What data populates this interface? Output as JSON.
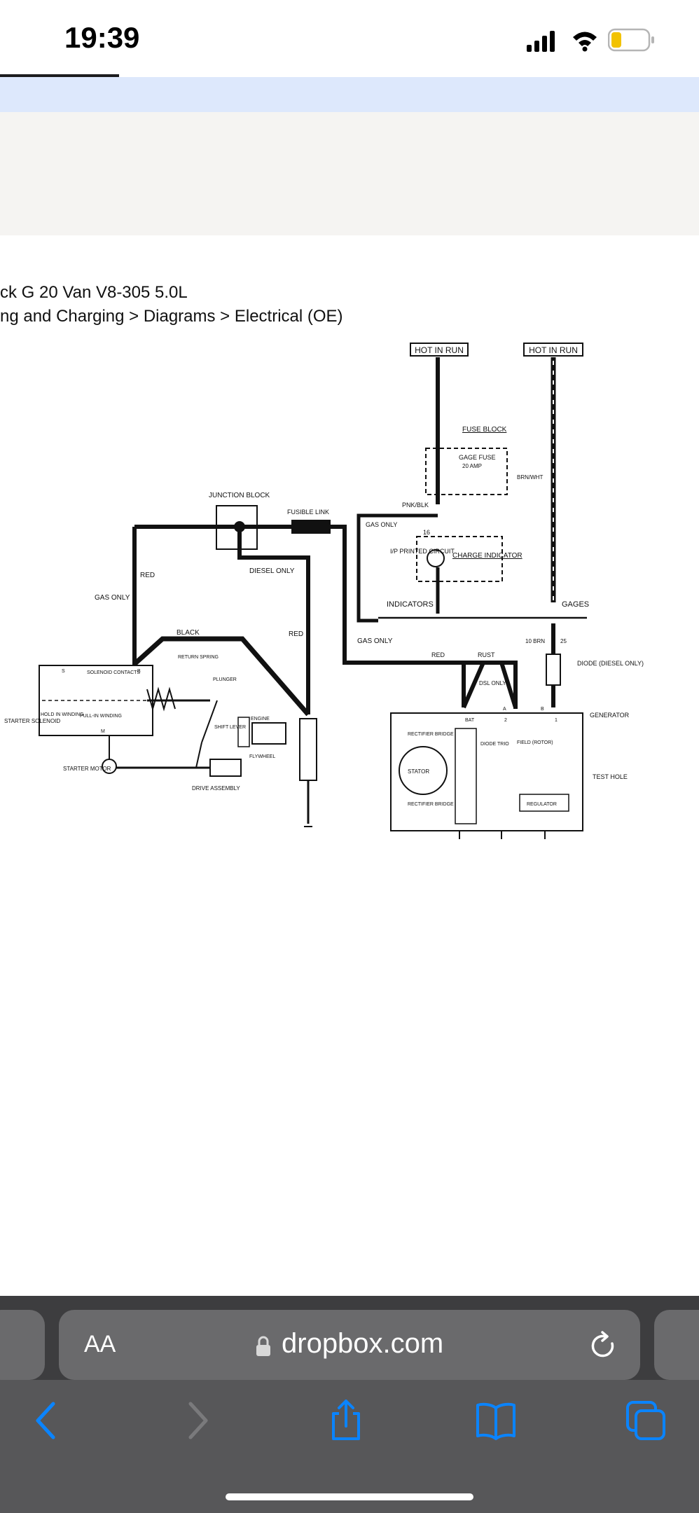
{
  "status_bar": {
    "time": "19:39",
    "signal_icon": "cellular-signal-icon",
    "wifi_icon": "wifi-icon",
    "battery_icon": "battery-low-icon",
    "battery_color": "#f2c200"
  },
  "page": {
    "breadcrumb_line1": "ck G 20 Van V8-305 5.0L",
    "breadcrumb_line2": "ng and Charging > Diagrams > Electrical (OE)"
  },
  "diagram": {
    "hot_in_run_1": "HOT IN RUN",
    "hot_in_run_2": "HOT IN RUN",
    "fuse_block": "FUSE BLOCK",
    "gage_fuse": "GAGE FUSE",
    "amp_20": "20 AMP",
    "brn_wht": "BRN/WHT",
    "pnk_blk": "PNK/BLK",
    "gas_only_1": "GAS ONLY",
    "wire_16": "16",
    "ip_printed_circuit": "I/P PRINTED CIRCUIT",
    "charge_indicator": "CHARGE INDICATOR",
    "indicators": "INDICATORS",
    "gages": "GAGES",
    "junction_block": "JUNCTION BLOCK",
    "fusible_link": "FUSIBLE LINK",
    "red_1": "RED",
    "diesel_only": "DIESEL ONLY",
    "gas_only_2": "GAS ONLY",
    "black": "BLACK",
    "red_2": "RED",
    "gas_only_3": "GAS ONLY",
    "red_3": "RED",
    "rust": "RUST",
    "dsl_only": "DSL ONLY",
    "brn_10": "10 BRN",
    "wire_25": "25",
    "diode_diesel": "DIODE (DIESEL ONLY)",
    "generator": "GENERATOR",
    "bat": "BAT",
    "term_a": "A",
    "term_b": "B",
    "term_1": "1",
    "term_2": "2",
    "solenoid_contacts": "SOLENOID CONTACTS",
    "return_spring": "RETURN SPRING",
    "plunger": "PLUNGER",
    "hold_in_winding": "HOLD IN WINDING",
    "pull_in_winding": "PULL-IN WINDING",
    "starter_solenoid": "STARTER SOLENOID",
    "engine": "ENGINE",
    "shift_lever": "SHIFT LEVER",
    "flywheel": "FLYWHEEL",
    "starter_motor": "STARTER MOTOR",
    "drive_assembly": "DRIVE ASSEMBLY",
    "term_s": "S",
    "term_m": "M",
    "term_b2": "B",
    "rectifier_bridge_1": "RECTIFIER BRIDGE",
    "rectifier_bridge_2": "RECTIFIER BRIDGE",
    "diode_trio": "DIODE TRIO",
    "field_rotor": "FIELD (ROTOR)",
    "stator": "STATOR",
    "regulator": "REGULATOR",
    "test_hole": "TEST HOLE"
  },
  "browser": {
    "text_size_label": "AA",
    "url": "dropbox.com"
  },
  "toolbar": {
    "back_icon": "back-chevron-icon",
    "forward_icon": "forward-chevron-icon",
    "share_icon": "share-icon",
    "bookmarks_icon": "bookmarks-book-icon",
    "tabs_icon": "tabs-icon"
  },
  "colors": {
    "accent": "#0a84ff",
    "blue_band": "#dde8fc"
  }
}
